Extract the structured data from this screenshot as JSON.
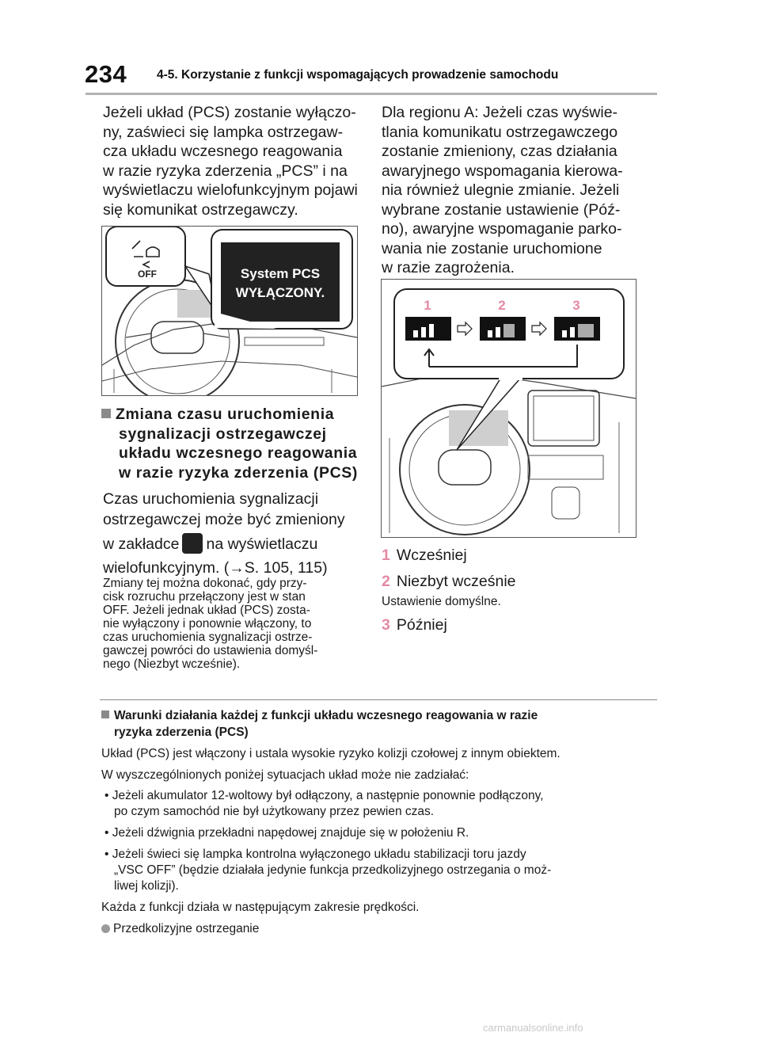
{
  "header": {
    "page_number": "234",
    "title": "4-5. Korzystanie z funkcji wspomagających prowadzenie samochodu"
  },
  "left": {
    "intro_lines": [
      "Jeżeli układ (PCS) zostanie wyłączo-",
      "ny, zaświeci się lampka ostrzegaw-",
      "cza układu wczesnego reagowania",
      "w razie ryzyka zderzenia „PCS” i na",
      "wyświetlaczu wielofunkcyjnym pojawi",
      "się komunikat ostrzegawczy."
    ],
    "figure1": {
      "icon_text": "OFF",
      "screen_line1": "System PCS",
      "screen_line2": "WYŁĄCZONY."
    },
    "heading_lines": [
      "Zmiana czasu uruchomienia",
      "sygnalizacji ostrzegawczej",
      "układu wczesnego reagowania",
      "w razie ryzyka zderzenia (PCS)"
    ],
    "body_line1": "Czas uruchomienia sygnalizacji",
    "body_line2": "ostrzegawczej może być zmieniony",
    "body_line3_a": "w zakładce",
    "body_line3_b": "na wyświetlaczu",
    "body_line4": "wielofunkcyjnym. (→S. 105, 115)",
    "note_lines": [
      "Zmiany tej można dokonać, gdy przy-",
      "cisk rozruchu przełączony jest w stan",
      "OFF. Jeżeli jednak układ (PCS) zosta-",
      "nie wyłączony i ponownie włączony, to",
      "czas uruchomienia sygnalizacji ostrze-",
      "gawczej powróci do ustawienia domyśl-",
      "nego (Niezbyt wcześnie)."
    ]
  },
  "right": {
    "intro_lines": [
      "Dla regionu A: Jeżeli czas wyświe-",
      "tlania komunikatu ostrzegawczego",
      "zostanie zmieniony, czas działania",
      "awaryjnego wspomagania kierowa-",
      "nia również ulegnie zmianie. Jeżeli",
      "wybrane zostanie ustawienie (Póź-",
      "no), awaryjne wspomaganie parko-",
      "wania nie zostanie uruchomione",
      "w razie zagrożenia."
    ],
    "figure2": {
      "labels": [
        "1",
        "2",
        "3"
      ]
    },
    "items": [
      {
        "num": "1",
        "text": "Wcześniej"
      },
      {
        "num": "2",
        "text": "Niezbyt wcześnie"
      },
      {
        "num": "3",
        "text": "Później"
      }
    ],
    "default_note": "Ustawienie domyślne."
  },
  "bottom": {
    "heading_line1": "Warunki działania każdej z funkcji układu wczesnego reagowania w razie",
    "heading_line2": "ryzyka zderzenia (PCS)",
    "p1": "Układ (PCS) jest włączony i ustala wysokie ryzyko kolizji czołowej z innym obiektem.",
    "p2": "W wyszczególnionych poniżej sytuacjach układ może nie zadziałać:",
    "bullets": [
      [
        "• Jeżeli akumulator 12-woltowy był odłączony, a następnie ponownie podłączony,",
        "po czym samochód nie był użytkowany przez pewien czas."
      ],
      [
        "• Jeżeli dźwignia przekładni napędowej znajduje się w położeniu R."
      ],
      [
        "• Jeżeli świeci się lampka kontrolna wyłączonego układu stabilizacji toru jazdy",
        "„VSC OFF” (będzie działała jedynie funkcja przedkolizyjnego ostrzegania o moż-",
        "liwej kolizji)."
      ]
    ],
    "p3": "Każda z funkcji działa w następującym zakresie prędkości.",
    "p4": "Przedkolizyjne ostrzeganie"
  },
  "footer": "carmanualsonline.info"
}
